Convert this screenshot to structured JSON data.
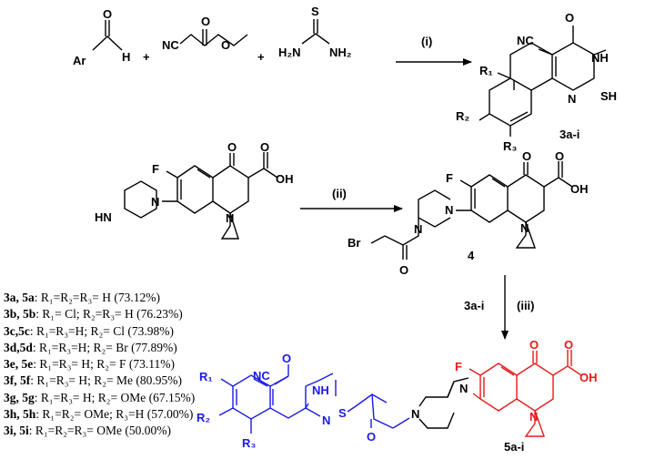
{
  "reagents": {
    "aldehyde": {
      "ar": "Ar",
      "o": "O",
      "h": "H"
    },
    "plus": "+",
    "ester": {
      "nc": "NC",
      "o1": "O",
      "o2": "O"
    },
    "thiourea": {
      "s": "S",
      "left": "H₂N",
      "right": "NH₂"
    }
  },
  "steps": {
    "i": "(i)",
    "ii": "(ii)",
    "iii_reagent": "3a-i",
    "iii": "(iii)"
  },
  "compound3": {
    "label": "3a-i",
    "nc": "NC",
    "o": "O",
    "nh": "NH",
    "n": "N",
    "sh": "SH",
    "r1": "R₁",
    "r2": "R₂",
    "r3": "R₃"
  },
  "cipro": {
    "f": "F",
    "o": "O",
    "oh": "OH",
    "hn": "HN",
    "n1": "N",
    "n2": "N"
  },
  "compound4": {
    "label": "4",
    "f": "F",
    "o": "O",
    "oh": "OH",
    "n1": "N",
    "n2": "N",
    "n3": "N",
    "br": "Br",
    "o2": "O"
  },
  "compound5": {
    "label": "5a-i",
    "nc": "NC",
    "o": "O",
    "nh": "NH",
    "n_pyr": "N",
    "s": "S",
    "o_amide": "O",
    "n_pip1": "N",
    "n_pip2": "N",
    "n_q": "N",
    "f": "F",
    "o_q": "O",
    "oh": "OH",
    "r1": "R₁",
    "r2": "R₂",
    "r3": "R₃"
  },
  "legend": [
    {
      "ids": "3a, 5a",
      "text": ": R₁=R₂=R₃= H (73.12%)"
    },
    {
      "ids": "3b, 5b",
      "text": ": R₁= Cl; R₂=R₃= H (76.23%)"
    },
    {
      "ids": "3c,5c",
      "text": ": R₁=R₃=H; R₂= Cl (73.98%)"
    },
    {
      "ids": "3d,5d",
      "text": ": R₁=R₃=H; R₂= Br (77.89%)"
    },
    {
      "ids": "3e, 5e",
      "text": ": R₁=R₃= H; R₂= F (73.11%)"
    },
    {
      "ids": "3f, 5f",
      "text": ": R₁=R₃= H; R₂= Me (80.95%)"
    },
    {
      "ids": "3g, 5g",
      "text": ": R₁=R₃= H; R₂= OMe (67.15%)"
    },
    {
      "ids": "3h, 5h",
      "text": ": R₁=R₂= OMe; R₃=H (57.00%)"
    },
    {
      "ids": "3i, 5i",
      "text": ": R₁=R₂=R₃= OMe (50.00%)"
    }
  ],
  "colors": {
    "blue": "#1a1ae6",
    "red": "#e61a1a",
    "black": "#000000"
  }
}
